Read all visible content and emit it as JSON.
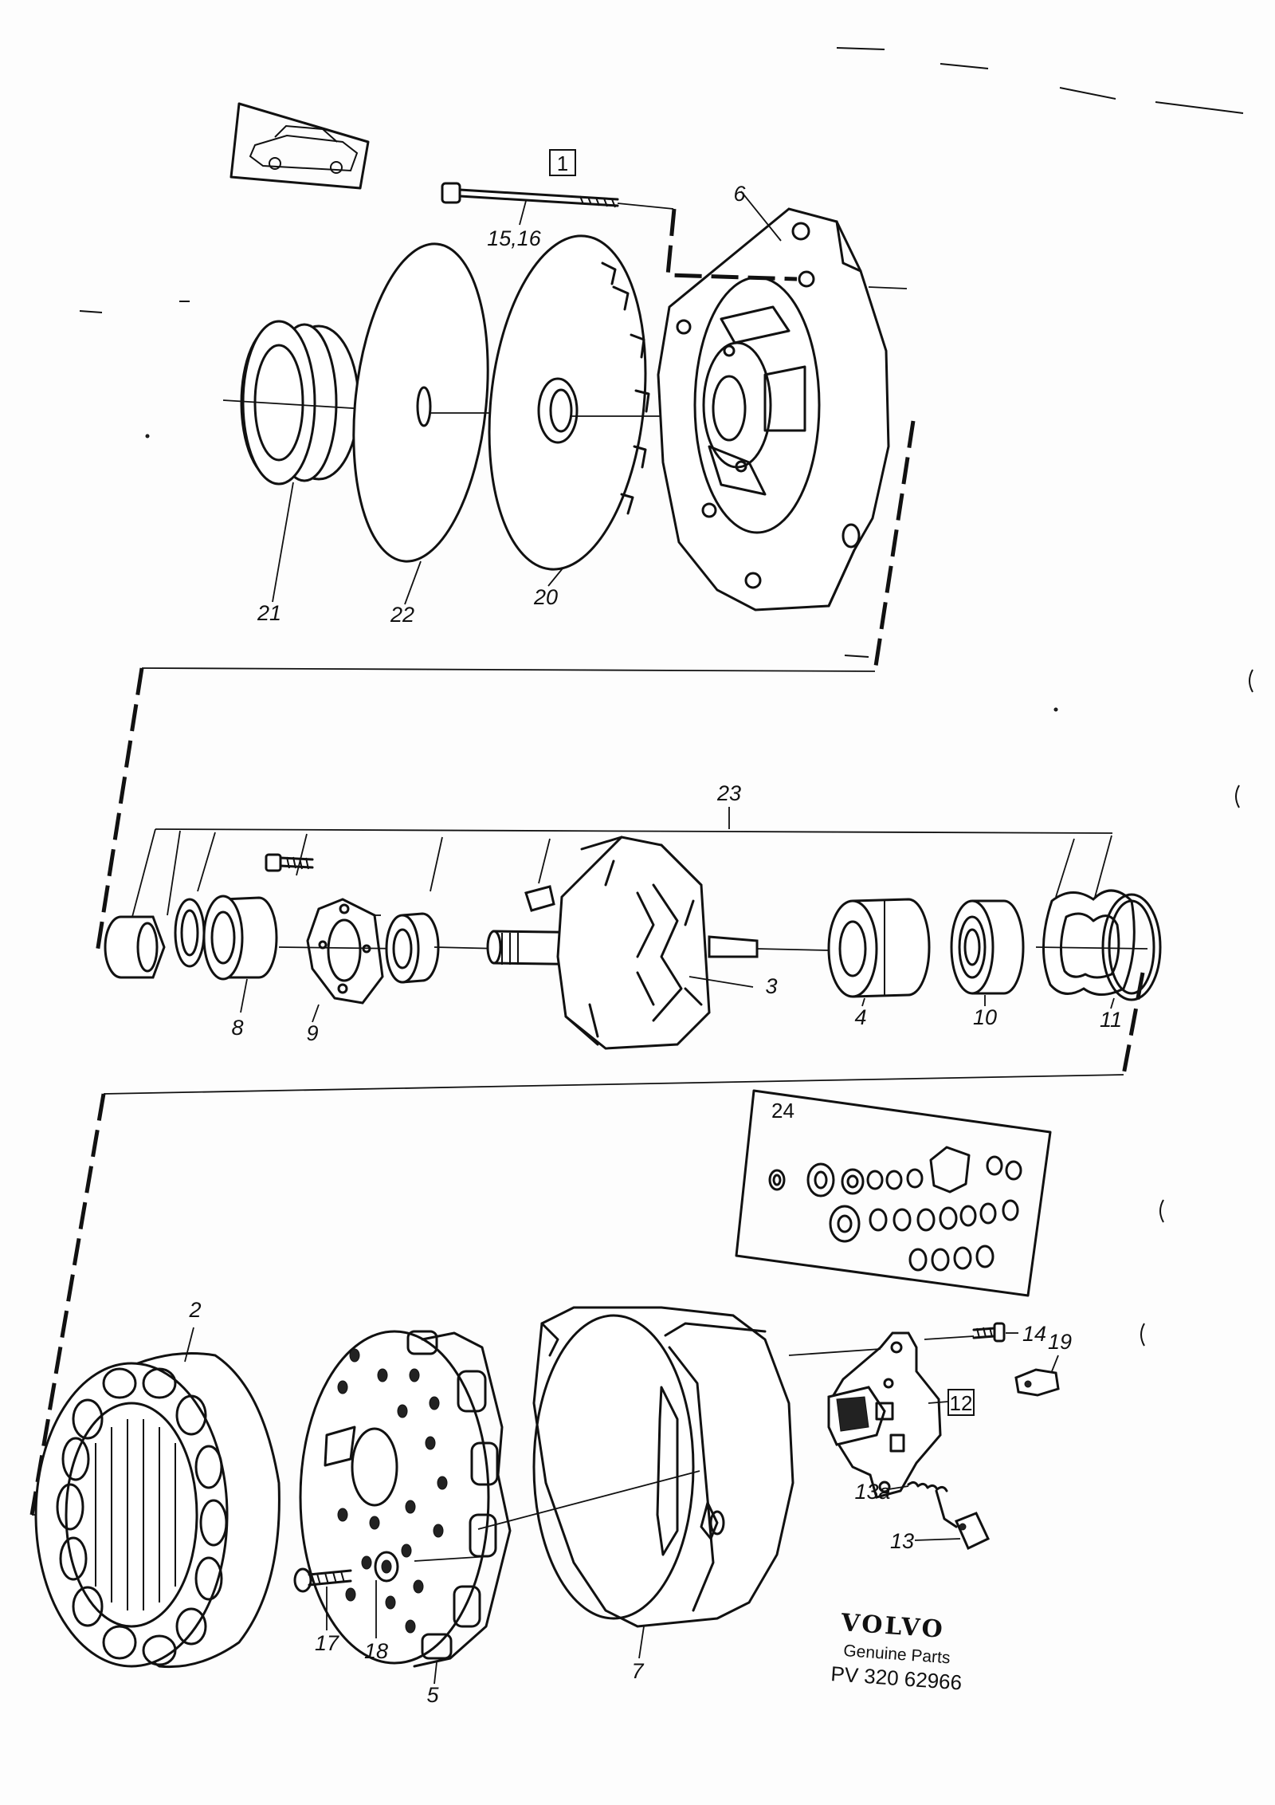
{
  "diagram": {
    "callouts": {
      "p1": "1",
      "p2": "2",
      "p3": "3",
      "p4": "4",
      "p5": "5",
      "p6": "6",
      "p7": "7",
      "p8": "8",
      "p9": "9",
      "p10": "10",
      "p11": "11",
      "p12": "12",
      "p13": "13",
      "p13a": "13a",
      "p14": "14",
      "p15_16": "15,16",
      "p17": "17",
      "p18": "18",
      "p19": "19",
      "p20": "20",
      "p21": "21",
      "p22": "22",
      "p23": "23",
      "p24": "24"
    }
  },
  "brand": {
    "name": "VOLVO",
    "tagline": "Genuine Parts",
    "code": "PV 320 62966"
  }
}
